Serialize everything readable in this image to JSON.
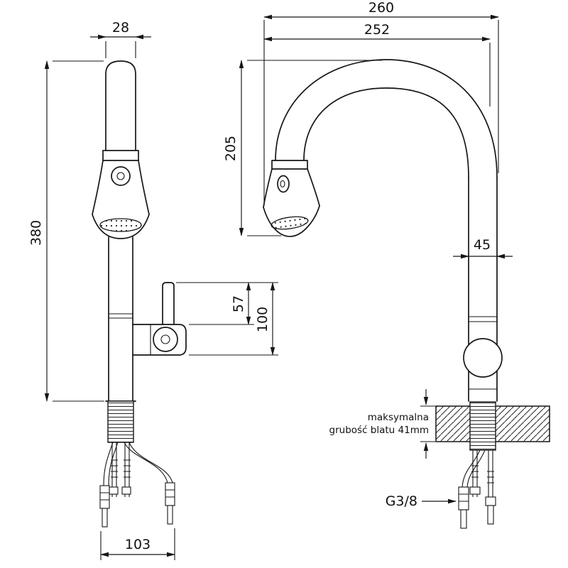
{
  "drawing": {
    "front_view": {
      "dim_spout_width": "28",
      "dim_total_height": "380",
      "dim_handle_length": "57",
      "dim_handle_assembly_height": "100",
      "dim_base_width": "103"
    },
    "side_view": {
      "dim_total_depth": "260",
      "dim_spout_reach": "252",
      "dim_spout_height": "205",
      "dim_body_width": "45",
      "countertop_note_line1": "maksymalna",
      "countertop_note_line2": "grubość blatu 41mm",
      "thread_size_label": "G3/8"
    }
  }
}
